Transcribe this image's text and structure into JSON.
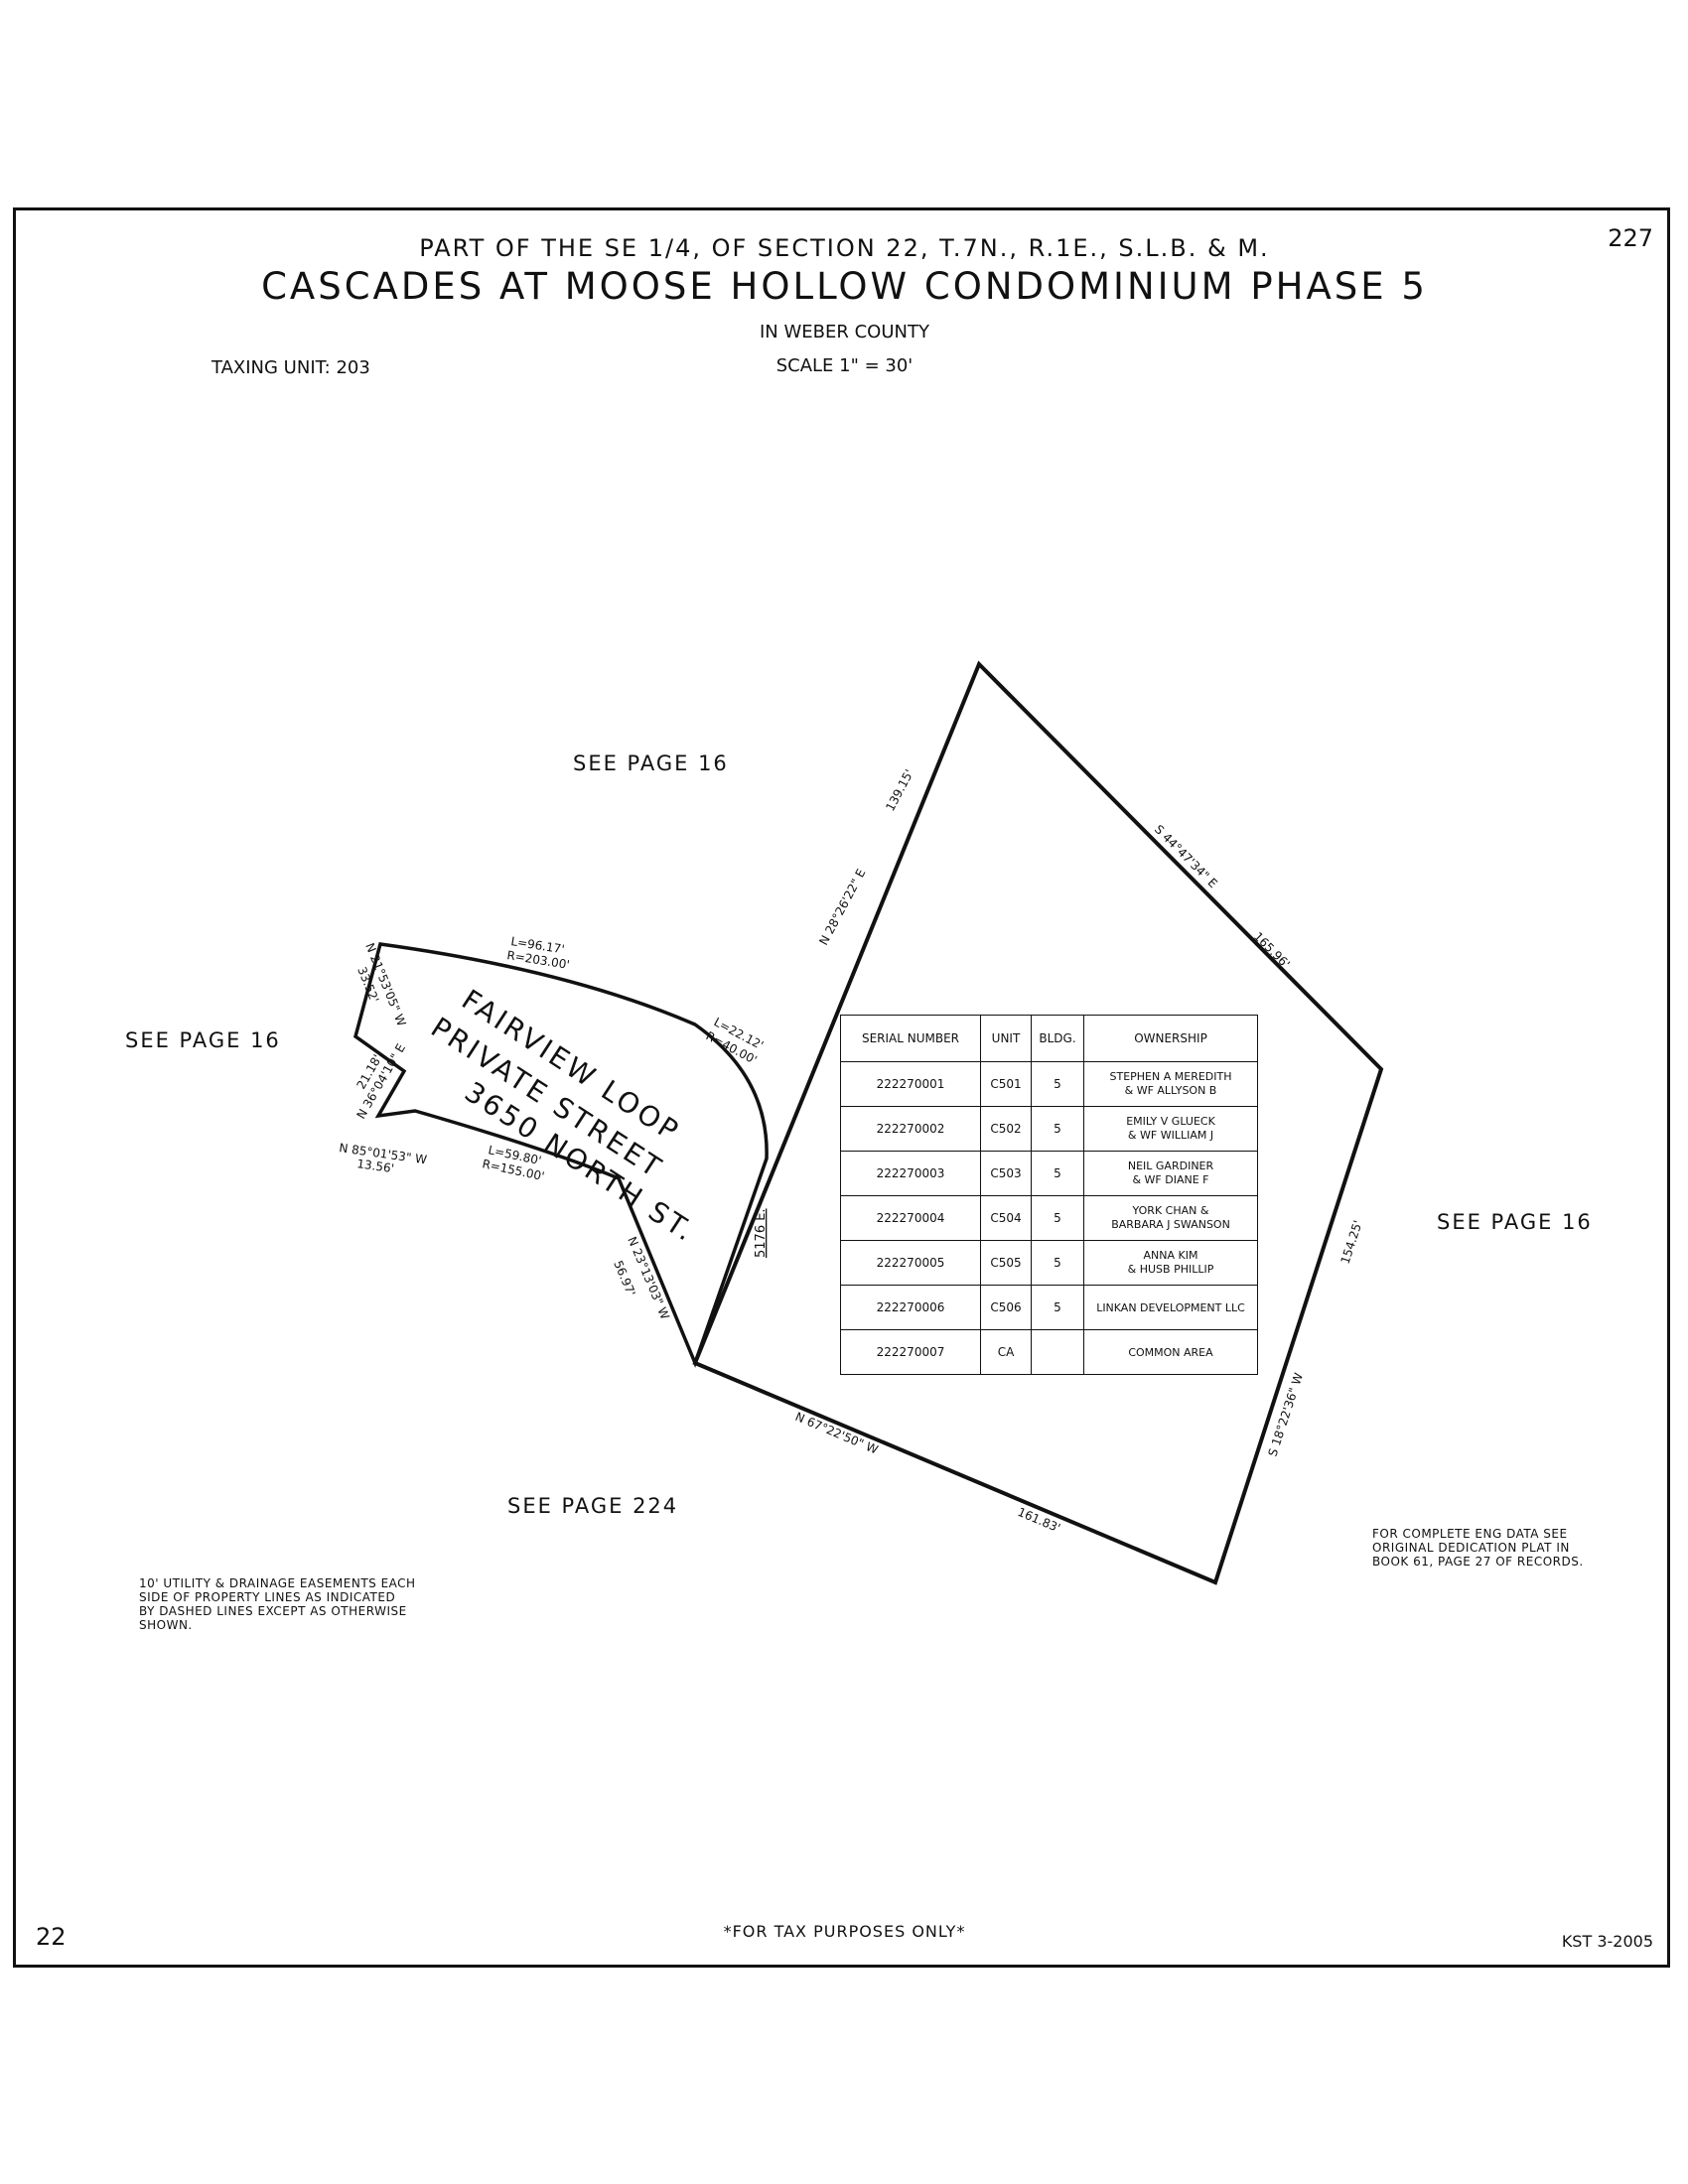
{
  "header": {
    "line1": "PART OF THE SE 1/4, OF SECTION 22, T.7N., R.1E., S.L.B. & M.",
    "title": "CASCADES AT MOOSE HOLLOW CONDOMINIUM PHASE 5",
    "county": "IN WEBER COUNTY",
    "scale": "SCALE 1\" = 30'",
    "taxing_unit": "TAXING UNIT: 203",
    "page_number": "227"
  },
  "footer": {
    "left_page": "22",
    "tax_note": "*FOR TAX PURPOSES ONLY*",
    "drafter": "KST 3-2005"
  },
  "notes": {
    "easement": "10' UTILITY & DRAINAGE EASEMENTS EACH\nSIDE OF PROPERTY LINES AS INDICATED\nBY DASHED LINES EXCEPT AS OTHERWISE\nSHOWN.",
    "eng_data": "FOR COMPLETE ENG DATA SEE\nORIGINAL DEDICATION PLAT IN\nBOOK 61, PAGE 27 OF RECORDS."
  },
  "references": {
    "north": "SEE PAGE 16",
    "west": "SEE PAGE 16",
    "east": "SEE PAGE 16",
    "south": "SEE PAGE 224"
  },
  "street": {
    "line1": "FAIRVIEW LOOP",
    "line2": "PRIVATE STREET",
    "line3": "3650 NORTH ST.",
    "cross_label": "5176 E."
  },
  "bearings": {
    "nw_edge_bearing": "N 28°26'22\" E",
    "nw_edge_length": "139.15'",
    "ne_edge_bearing": "S 44°47'34\" E",
    "ne_edge_length": "165.96'",
    "e_edge_bearing": "S 18°22'36\" W",
    "e_edge_length": "154.25'",
    "s_edge_bearing": "N 67°22'50\" W",
    "s_edge_length": "161.83'",
    "street_w_bearing": "N 23°13'03\" W",
    "street_w_length": "56.97'",
    "curve1_l": "L=96.17'",
    "curve1_r": "R=203.00'",
    "curve2_l": "L=22.12'",
    "curve2_r": "R=40.00'",
    "curve3_l": "L=59.80'",
    "curve3_r": "R=155.00'",
    "end1_bearing": "N 21°53'05\" W",
    "end1_length": "33.52'",
    "end2_length": "21.18'",
    "end2_bearing": "N 36°04'10\" E",
    "end3_bearing": "N 85°01'53\" W",
    "end3_length": "13.56'"
  },
  "table": {
    "headers": [
      "SERIAL NUMBER",
      "UNIT",
      "BLDG.",
      "OWNERSHIP"
    ],
    "rows": [
      {
        "serial": "222270001",
        "unit": "C501",
        "bldg": "5",
        "owner": "STEPHEN A MEREDITH\n& WF ALLYSON B"
      },
      {
        "serial": "222270002",
        "unit": "C502",
        "bldg": "5",
        "owner": "EMILY V GLUECK\n& WF WILLIAM J"
      },
      {
        "serial": "222270003",
        "unit": "C503",
        "bldg": "5",
        "owner": "NEIL GARDINER\n& WF DIANE F"
      },
      {
        "serial": "222270004",
        "unit": "C504",
        "bldg": "5",
        "owner": "YORK CHAN &\nBARBARA J SWANSON"
      },
      {
        "serial": "222270005",
        "unit": "C505",
        "bldg": "5",
        "owner": "ANNA KIM\n& HUSB PHILLIP"
      },
      {
        "serial": "222270006",
        "unit": "C506",
        "bldg": "5",
        "owner": "LINKAN DEVELOPMENT LLC"
      },
      {
        "serial": "222270007",
        "unit": "CA",
        "bldg": "",
        "owner": "COMMON AREA"
      }
    ]
  }
}
